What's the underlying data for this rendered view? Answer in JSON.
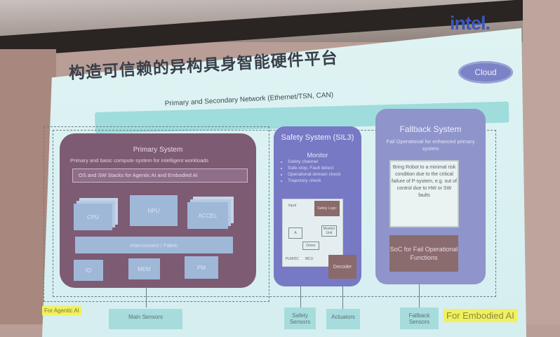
{
  "slide": {
    "title": "构造可信赖的异构具身智能硬件平台",
    "logo": "intel.",
    "cloud": "Cloud",
    "network": "Primary and Secondary Network (Ethernet/TSN, CAN)"
  },
  "primary_system": {
    "title": "Primary System",
    "subtitle": "Primary and basic compute system for intelligent workloads",
    "os_stack": "OS and SW Stacks for Agentic AI and Embodied AI",
    "compute_blocks": [
      "CPU",
      "NPU",
      "ACCEL"
    ],
    "interconnect": "Interconnect / Fabric",
    "bottom_blocks": [
      "IO",
      "MEM",
      "PM"
    ]
  },
  "safety_system": {
    "title": "Safety System (SIL3)",
    "monitor": "Monitor",
    "items": [
      "Safety channel",
      "Safe-stop, Fault detect",
      "Operational domain check",
      "Trajectory check"
    ],
    "schematic": {
      "input": "Input",
      "safety_logic": "Safety Logic",
      "monitor": "Monitor Unit",
      "driver": "Driver",
      "out1": "PLM/DC",
      "out2": "MCU"
    },
    "ecu": "Decoder"
  },
  "fallback_system": {
    "title": "Fallback System",
    "subtitle": "Fail Operational for enhanced primary system",
    "note": "Bring Robot to a minimal risk condition due to the critical failure of P-system, e.g. out of control due to HW or SW faults",
    "soc": "SoC for Fail Operational Functions"
  },
  "bottom": {
    "for_agentic": "For Agentic AI",
    "main_sensors": "Main Sensors",
    "safety_sensors": "Safety Sensors",
    "actuators": "Actuators",
    "fallback": "Fallback Sensors",
    "for_embodied": "For Embodied AI"
  }
}
